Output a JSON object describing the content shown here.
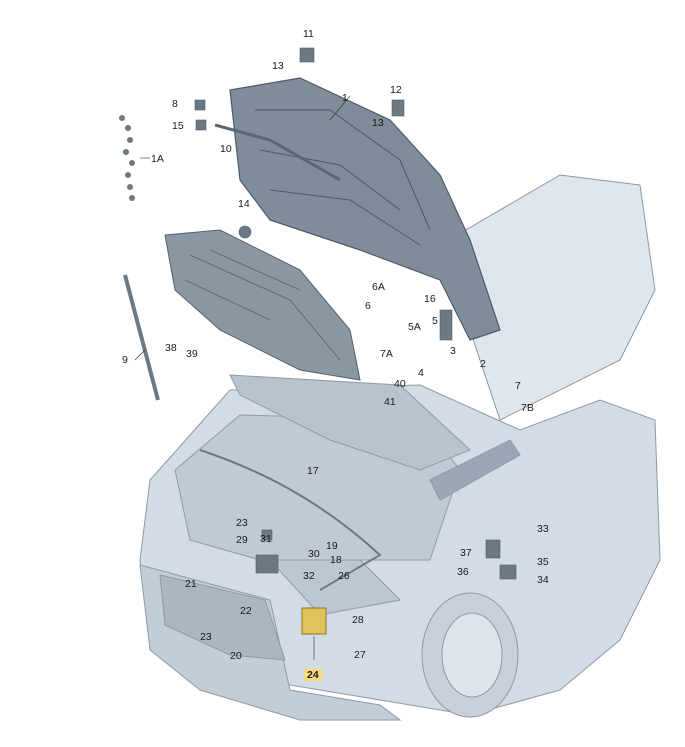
{
  "labels": {
    "l1": "1",
    "l1A": "1A",
    "l2": "2",
    "l3": "3",
    "l4": "4",
    "l5": "5",
    "l5A": "5A",
    "l6": "6",
    "l6A": "6A",
    "l7": "7",
    "l7A": "7A",
    "l7B": "7B",
    "l8": "8",
    "l9": "9",
    "l10": "10",
    "l11": "11",
    "l12": "12",
    "l13a": "13",
    "l13b": "13",
    "l14": "14",
    "l15": "15",
    "l16": "16",
    "l17": "17",
    "l18": "18",
    "l19": "19",
    "l20": "20",
    "l21": "21",
    "l22": "22",
    "l23a": "23",
    "l23b": "23",
    "l24": "24",
    "l26": "26",
    "l27": "27",
    "l28": "28",
    "l29": "29",
    "l30": "30",
    "l31": "31",
    "l32": "32",
    "l33": "33",
    "l34": "34",
    "l35": "35",
    "l36": "36",
    "l37": "37",
    "l38": "38",
    "l39": "39",
    "l40": "40",
    "l41": "41"
  },
  "colors": {
    "hood": "#7f8d9a",
    "hood_dark": "#4f5a66",
    "car_body": "#c9d3dd",
    "car_line": "#8d9aa7",
    "insulation": "#8a96a2",
    "highlight": "#f4dc7a",
    "highlight_part": "#e2c25a"
  },
  "highlighted_part": "24"
}
